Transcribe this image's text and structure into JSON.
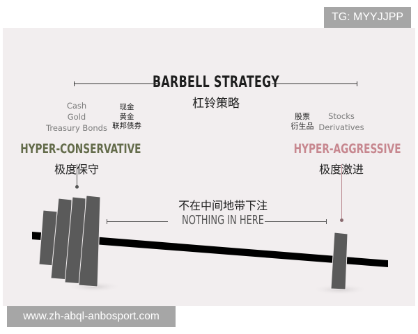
{
  "watermarks": {
    "top_right": "TG: MYYJJPP",
    "bottom_left": "www.zh-abql-anbosport.com"
  },
  "header": {
    "title_en": "BARBELL STRATEGY",
    "title_cn": "杠铃策略"
  },
  "left_side": {
    "assets_en": [
      "Cash",
      "Gold",
      "Treasury Bonds"
    ],
    "assets_cn": [
      "现金",
      "黄金",
      "联邦债券"
    ],
    "label_en": "HYPER-CONSERVATIVE",
    "label_cn": "极度保守",
    "label_color": "#636b4a"
  },
  "right_side": {
    "assets_en": [
      "Stocks",
      "Derivatives"
    ],
    "assets_cn": [
      "股票",
      "衍生品"
    ],
    "label_en": "HYPER-AGGRESSIVE",
    "label_cn": "极度激进",
    "label_color": "#c7878f"
  },
  "middle": {
    "label_cn": "不在中间地带下注",
    "label_en": "NOTHING IN HERE"
  },
  "colors": {
    "panel_bg": "#f2eeef",
    "plate": "#5a5a5a",
    "bar": "#000000",
    "watermark_bg": "#a6a6a6"
  }
}
